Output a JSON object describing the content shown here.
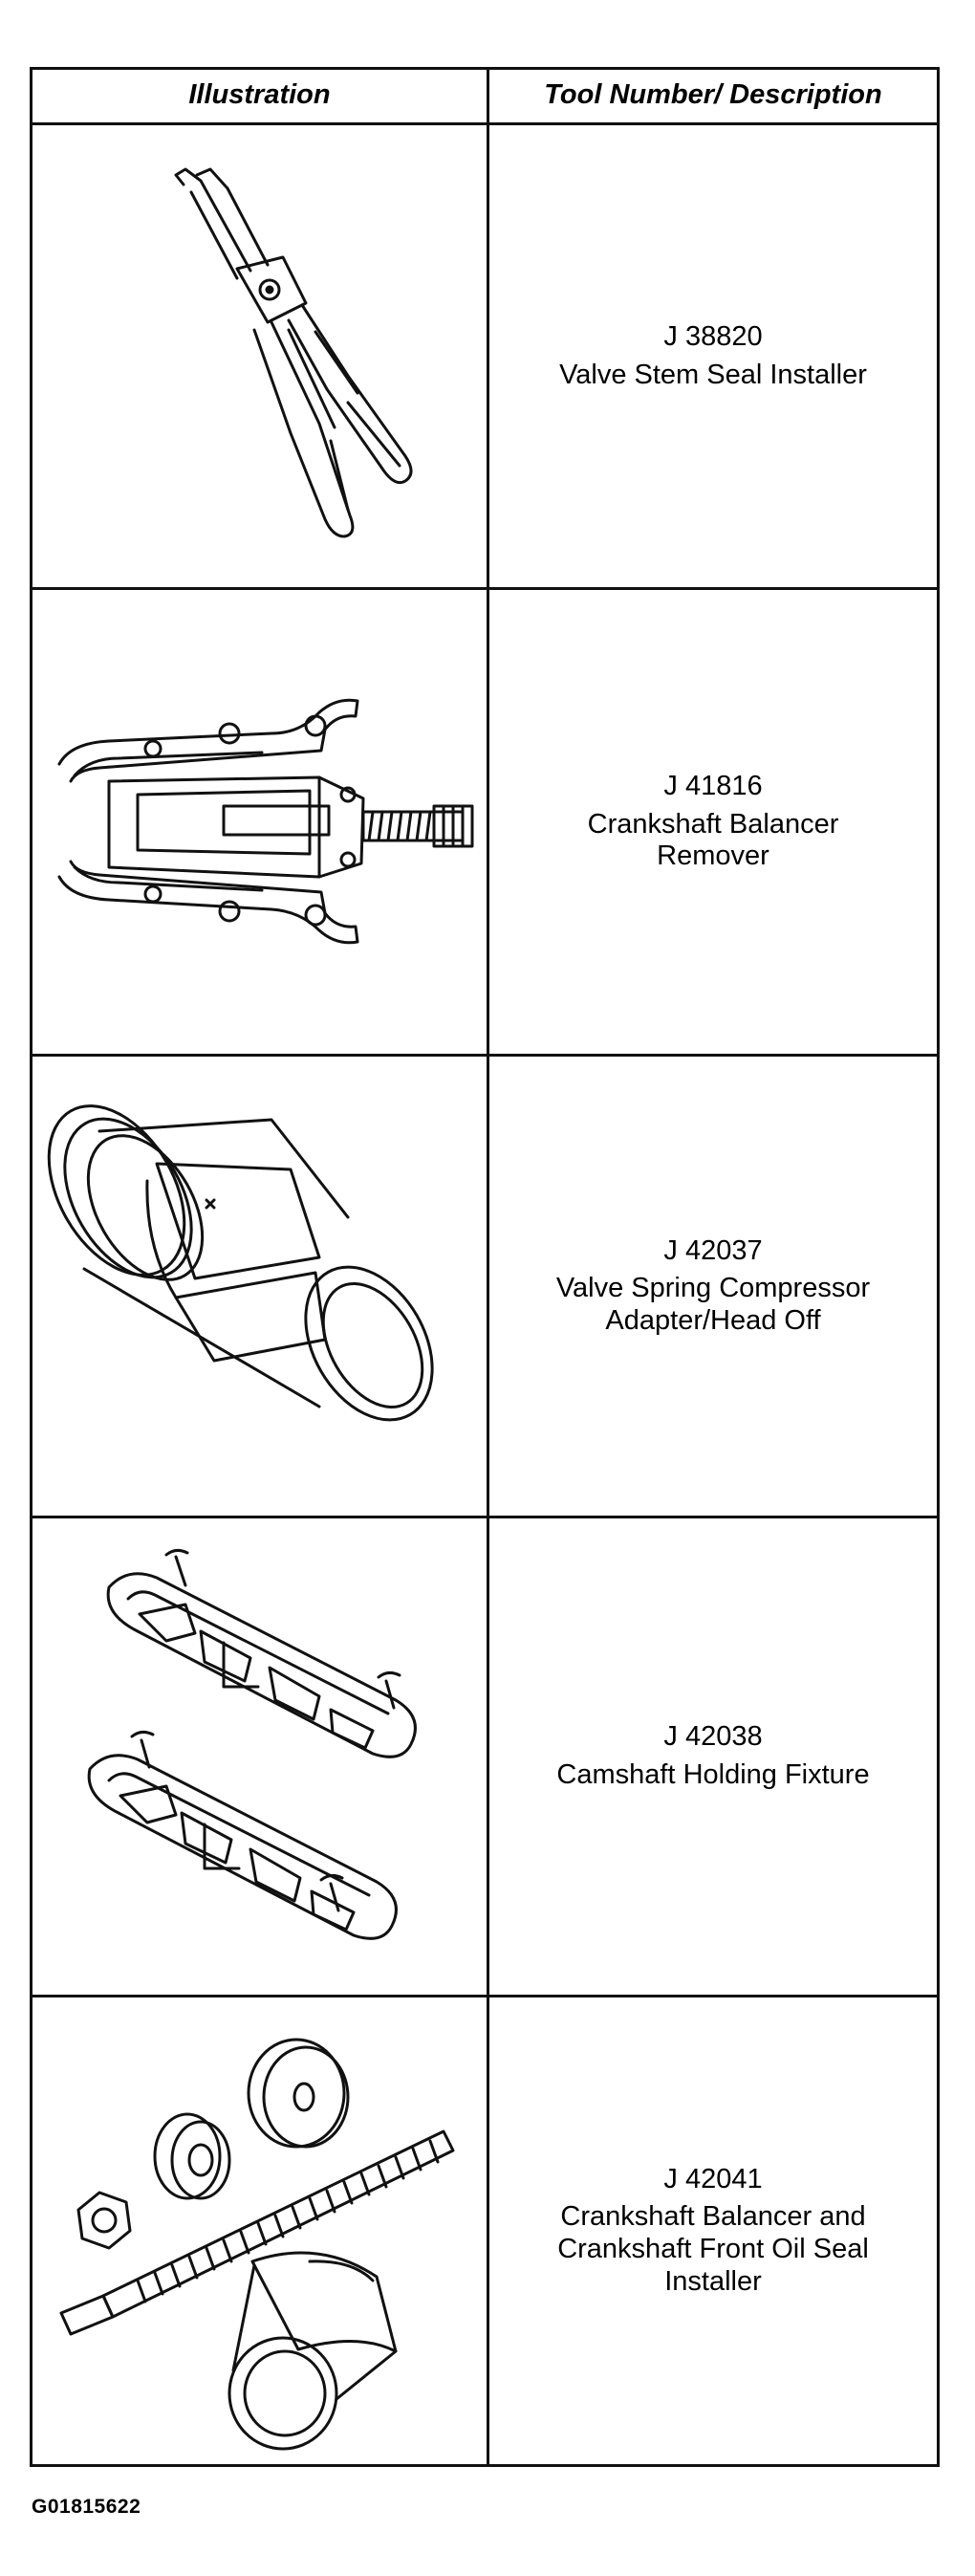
{
  "table": {
    "headers": {
      "illustration": "Illustration",
      "tool": "Tool Number/ Description"
    },
    "rows": [
      {
        "tool_number": "J 38820",
        "description": [
          "Valve Stem Seal Installer"
        ],
        "icon": "pliers-icon"
      },
      {
        "tool_number": "J 41816",
        "description": [
          "Crankshaft Balancer",
          "Remover"
        ],
        "icon": "puller-icon"
      },
      {
        "tool_number": "J 42037",
        "description": [
          "Valve Spring Compressor",
          "Adapter/Head Off"
        ],
        "icon": "cage-adapter-icon"
      },
      {
        "tool_number": "J 42038",
        "description": [
          "Camshaft Holding Fixture"
        ],
        "icon": "fixture-bars-icon"
      },
      {
        "tool_number": "J 42041",
        "description": [
          "Crankshaft Balancer and",
          "Crankshaft Front Oil Seal",
          "Installer"
        ],
        "icon": "installer-kit-icon"
      }
    ]
  },
  "figure_id": "G01815622"
}
